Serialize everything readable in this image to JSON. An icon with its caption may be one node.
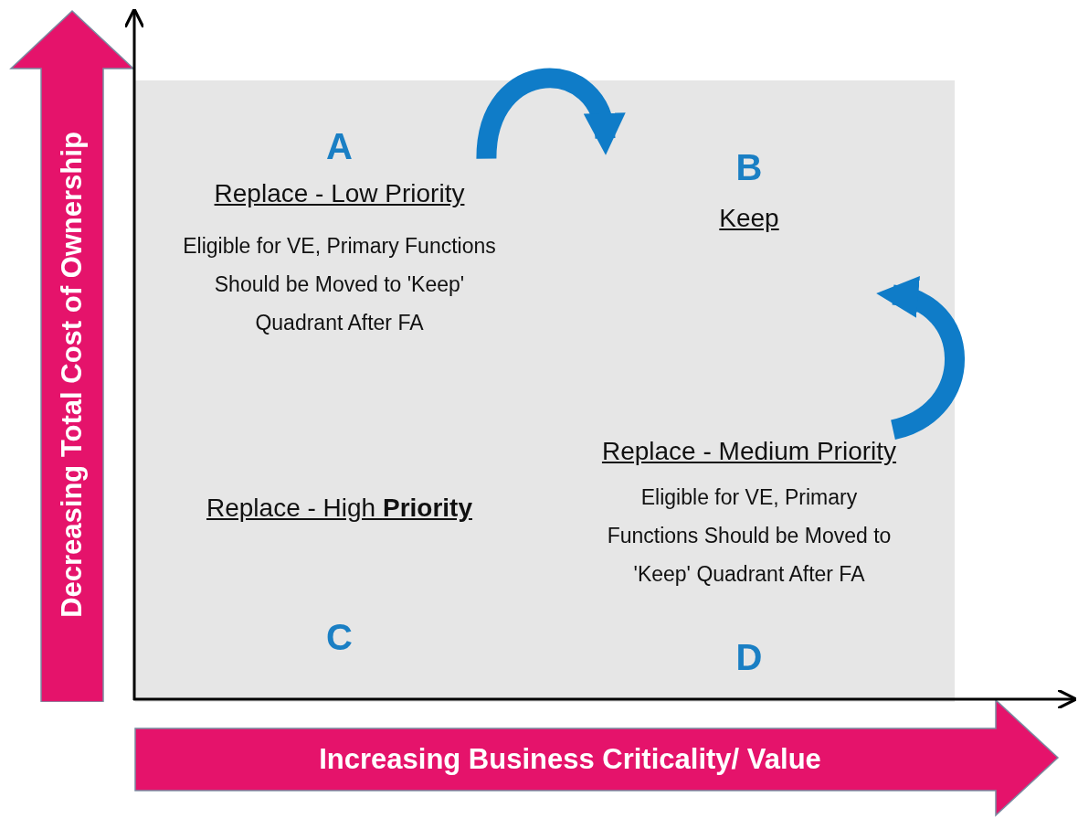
{
  "diagram": {
    "nodes": [
      {
        "text": [
          "A",
          "Replace - Low Priority",
          "Eligible for VE, Primary Functions Should be Moved to 'Keep' Quadrant After FA"
        ]
      },
      {
        "text": [
          "B",
          "Keep"
        ]
      },
      {
        "text": [
          "Replace - High **Priority**",
          "C"
        ]
      },
      {
        "text": [
          "Replace - Medium Priority",
          "Eligible for VE, Primary Functions Should be Moved to 'Keep' Quadrant After FA",
          "D"
        ]
      },
      {
        "text": [
          "Decreasing Total Cost of Ownership"
        ]
      },
      {
        "text": [
          "Increasing Business Criticality/ Value"
        ]
      }
    ],
    "edges": [
      {
        "from": 0,
        "to": 1,
        "arrow": "to"
      },
      {
        "from": 3,
        "to": 1,
        "arrow": "to"
      }
    ]
  }
}
